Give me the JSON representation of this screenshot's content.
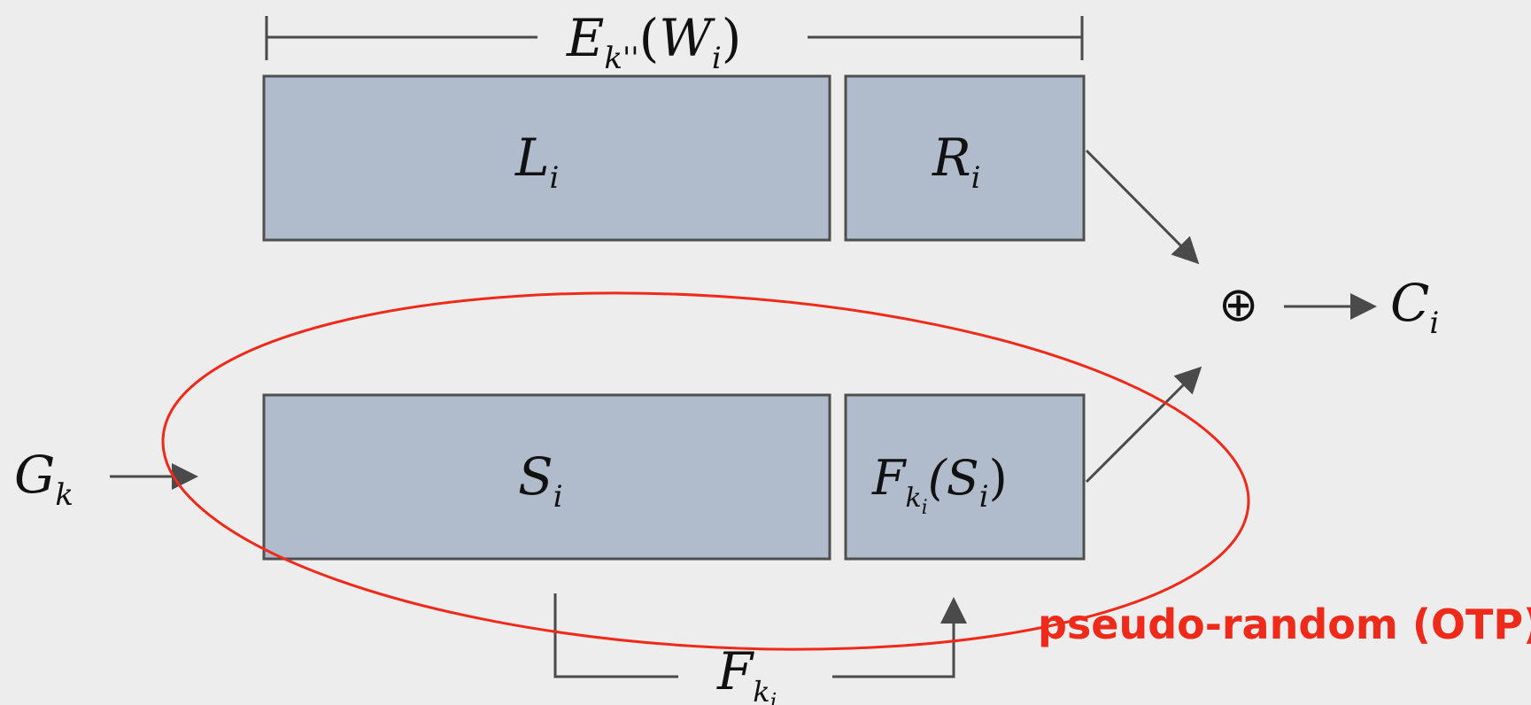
{
  "labels": {
    "encryption_base": "E",
    "encryption_sub": "k''",
    "encryption_arg_open": "(",
    "encryption_arg_base": "W",
    "encryption_arg_sub": "i",
    "encryption_arg_close": ")",
    "left_base": "L",
    "left_sub": "i",
    "right_base": "R",
    "right_sub": "i",
    "s_base": "S",
    "s_sub": "i",
    "f_base": "F",
    "f_sub": "k",
    "f_subsub": "i",
    "f_arg": "(S",
    "f_arg_sub": "i",
    "f_arg_close": ")",
    "xor_symbol": "⊕",
    "c_base": "C",
    "c_sub": "i",
    "g_base": "G",
    "g_sub": "k",
    "fk_base": "F",
    "fk_sub": "k",
    "fk_subsub": "i"
  },
  "annotation": "pseudo-random (OTP)",
  "colors": {
    "accent": "#ee2a1a",
    "box_fill": "#b0bccb",
    "stroke": "#4a4a4a"
  }
}
